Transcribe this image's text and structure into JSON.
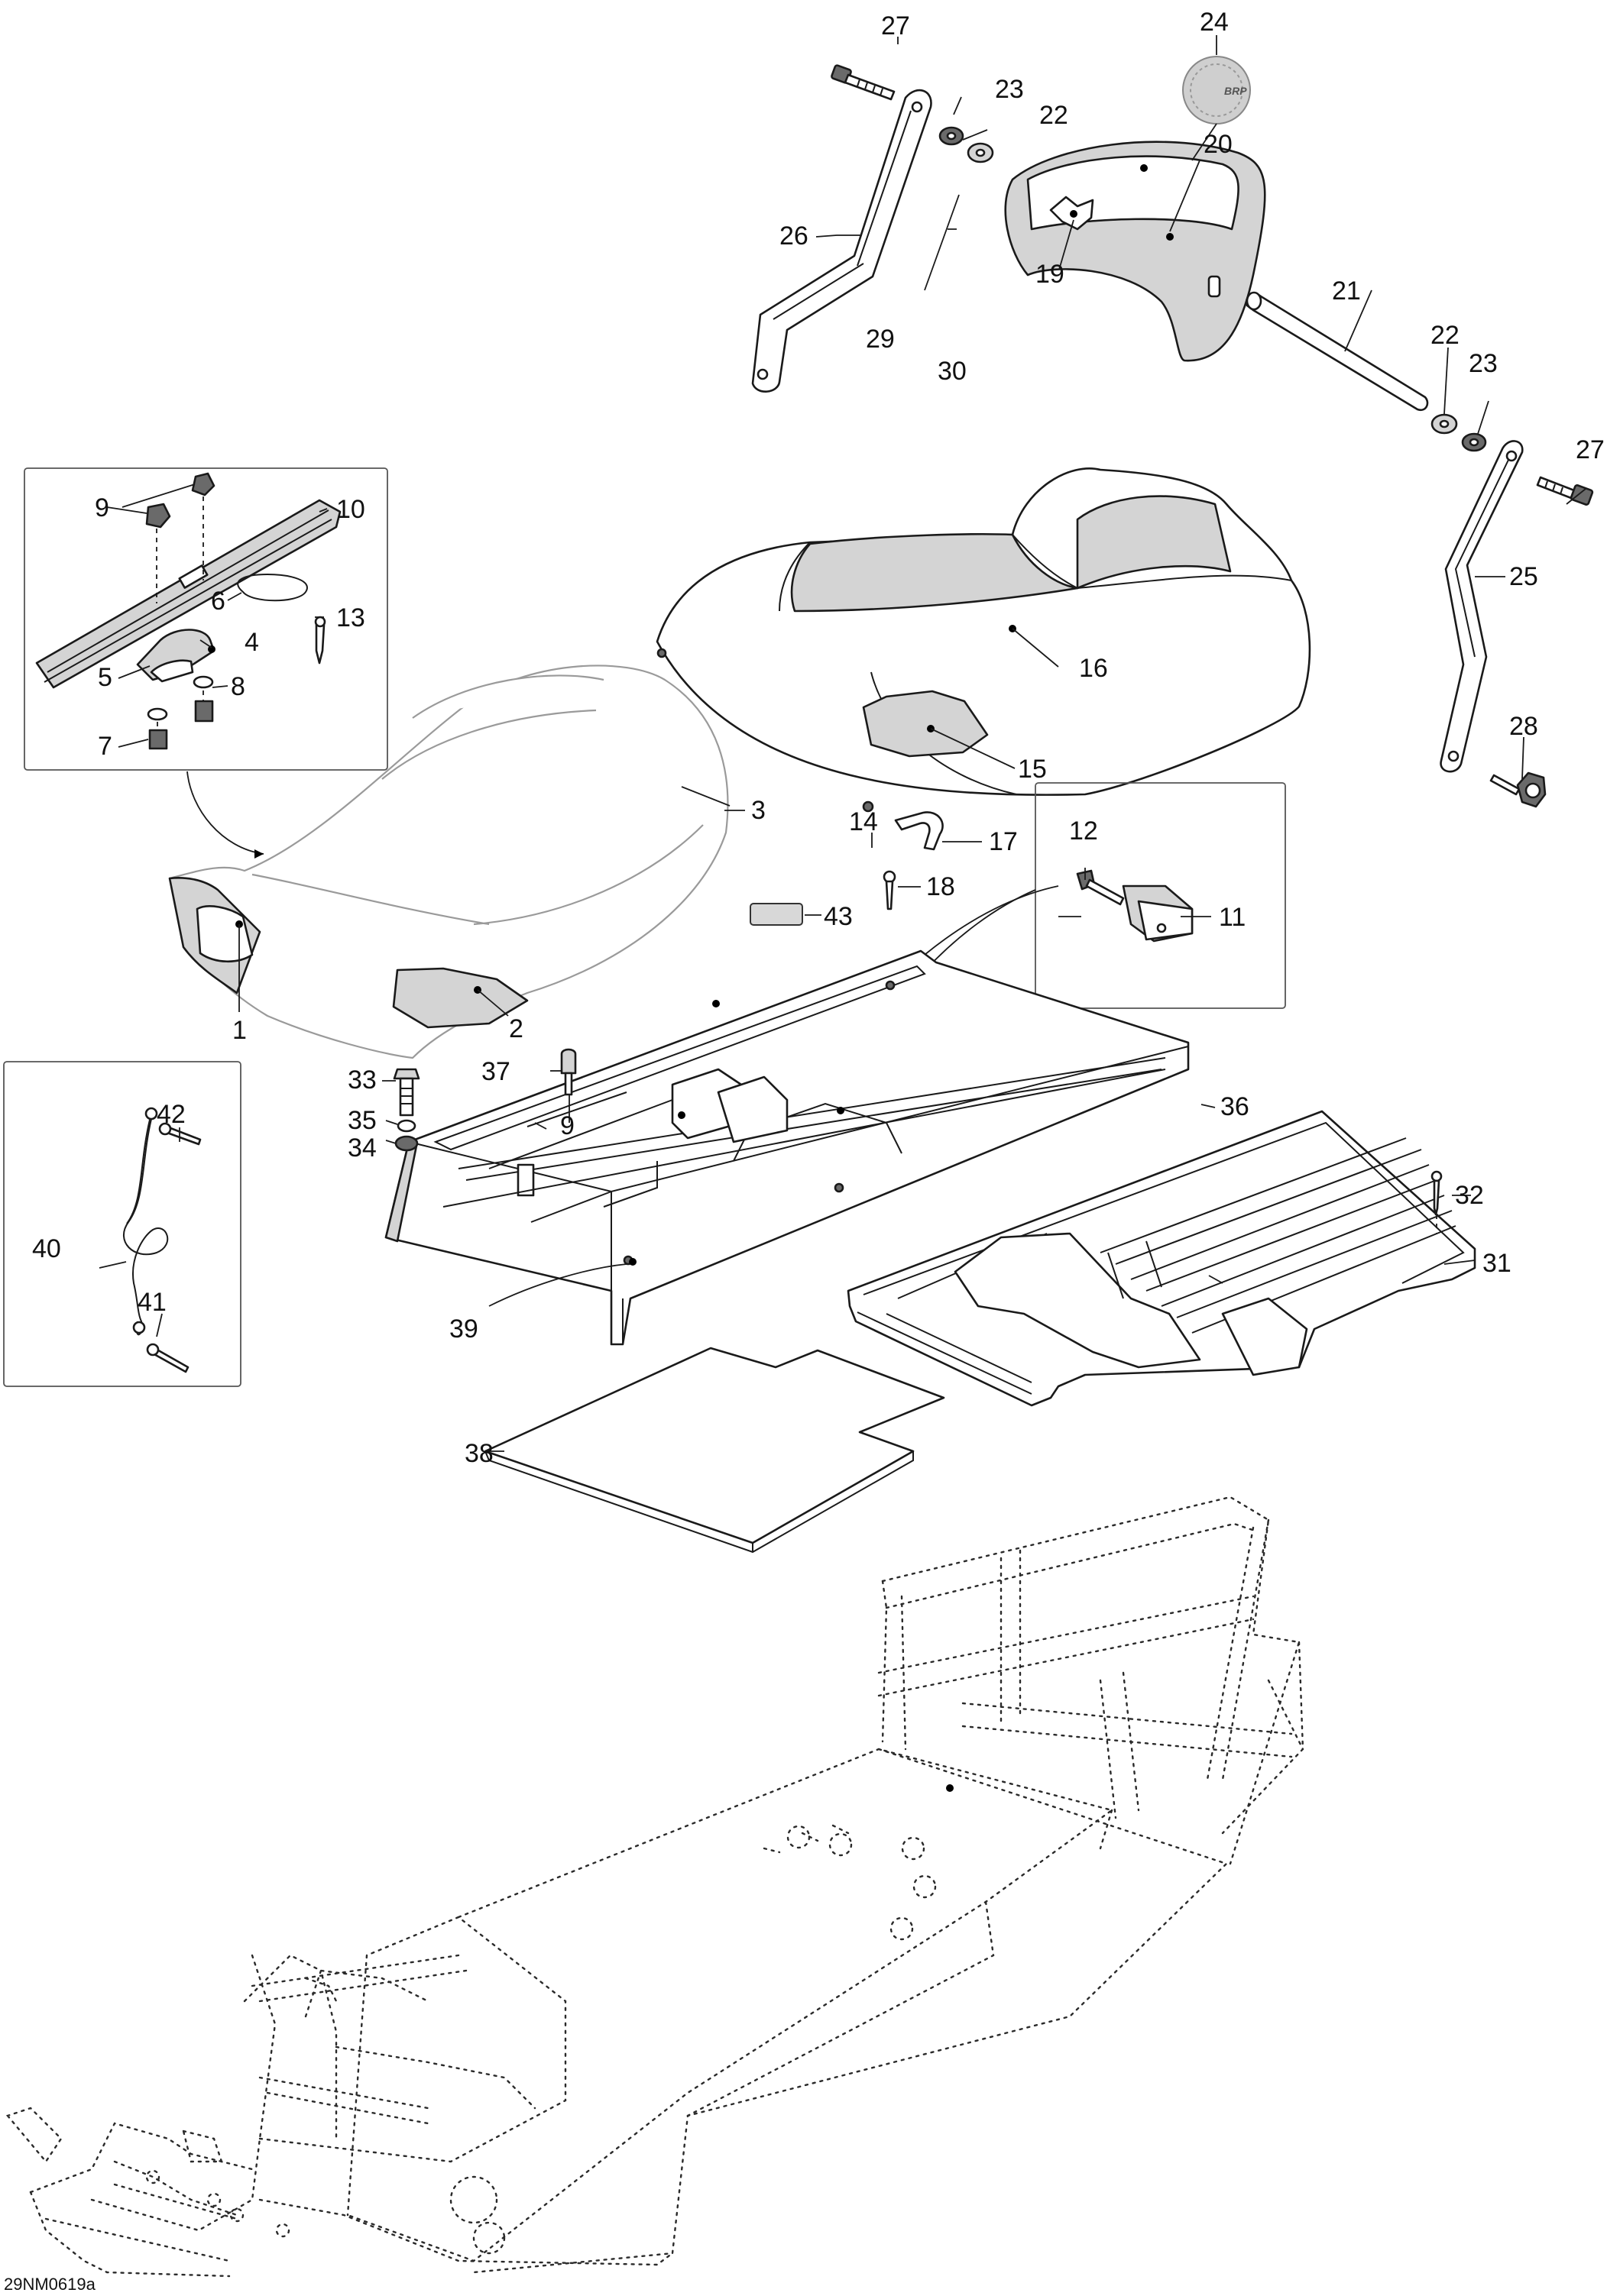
{
  "drawing_ref": "29NM0619a",
  "logo_text": "BRP",
  "callouts": [
    {
      "id": "1",
      "label": "1"
    },
    {
      "id": "2",
      "label": "2"
    },
    {
      "id": "3",
      "label": "3"
    },
    {
      "id": "4",
      "label": "4"
    },
    {
      "id": "5",
      "label": "5"
    },
    {
      "id": "6",
      "label": "6"
    },
    {
      "id": "7",
      "label": "7"
    },
    {
      "id": "8",
      "label": "8"
    },
    {
      "id": "9a",
      "label": "9"
    },
    {
      "id": "9b",
      "label": "9"
    },
    {
      "id": "10",
      "label": "10"
    },
    {
      "id": "11",
      "label": "11"
    },
    {
      "id": "12",
      "label": "12"
    },
    {
      "id": "13",
      "label": "13"
    },
    {
      "id": "14",
      "label": "14"
    },
    {
      "id": "15",
      "label": "15"
    },
    {
      "id": "16",
      "label": "16"
    },
    {
      "id": "17",
      "label": "17"
    },
    {
      "id": "18",
      "label": "18"
    },
    {
      "id": "19",
      "label": "19"
    },
    {
      "id": "20",
      "label": "20"
    },
    {
      "id": "21",
      "label": "21"
    },
    {
      "id": "22a",
      "label": "22"
    },
    {
      "id": "22b",
      "label": "22"
    },
    {
      "id": "23a",
      "label": "23"
    },
    {
      "id": "23b",
      "label": "23"
    },
    {
      "id": "24",
      "label": "24"
    },
    {
      "id": "25",
      "label": "25"
    },
    {
      "id": "26",
      "label": "26"
    },
    {
      "id": "27a",
      "label": "27"
    },
    {
      "id": "27b",
      "label": "27"
    },
    {
      "id": "28",
      "label": "28"
    },
    {
      "id": "29",
      "label": "29"
    },
    {
      "id": "30",
      "label": "30"
    },
    {
      "id": "31",
      "label": "31"
    },
    {
      "id": "32",
      "label": "32"
    },
    {
      "id": "33",
      "label": "33"
    },
    {
      "id": "34",
      "label": "34"
    },
    {
      "id": "35",
      "label": "35"
    },
    {
      "id": "36",
      "label": "36"
    },
    {
      "id": "37",
      "label": "37"
    },
    {
      "id": "38",
      "label": "38"
    },
    {
      "id": "39",
      "label": "39"
    },
    {
      "id": "40",
      "label": "40"
    },
    {
      "id": "41",
      "label": "41"
    },
    {
      "id": "42",
      "label": "42"
    },
    {
      "id": "43",
      "label": "43"
    }
  ]
}
